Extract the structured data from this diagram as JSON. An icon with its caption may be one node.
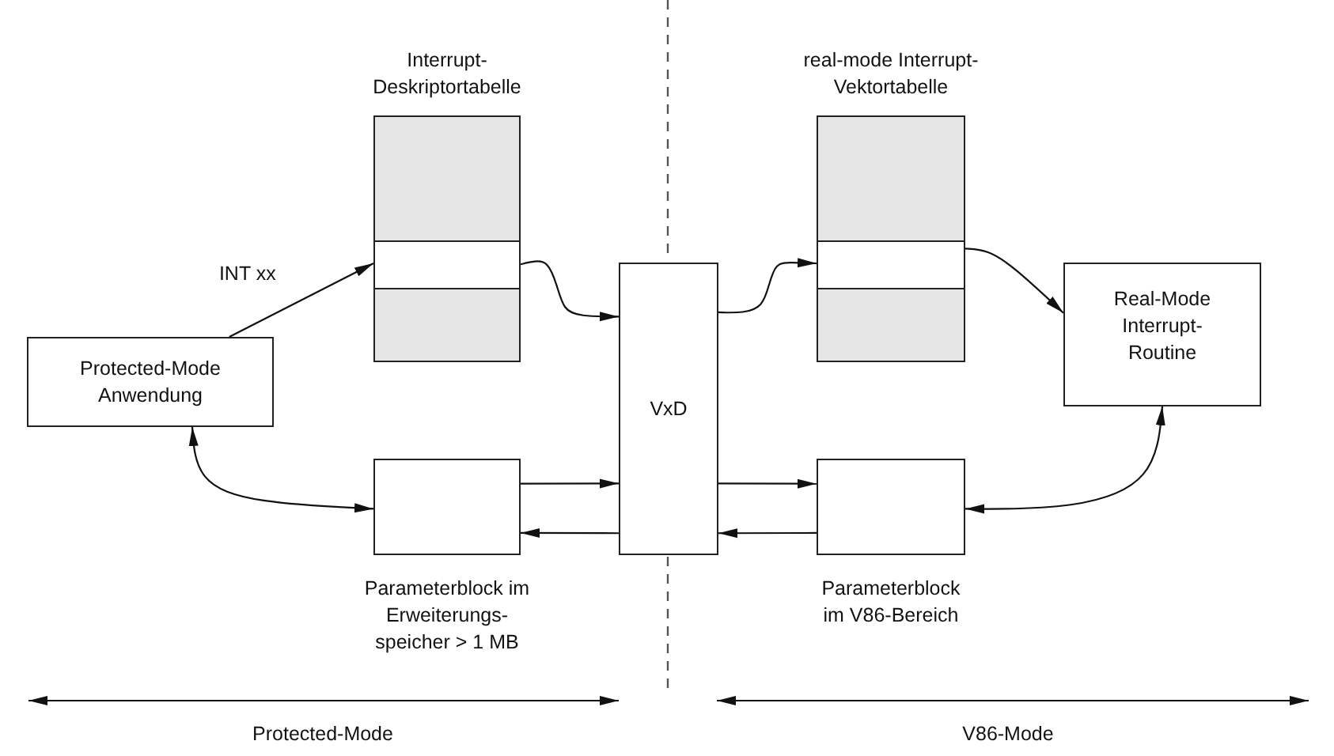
{
  "diagram": {
    "nodes": [
      {
        "text": [
          "Interrupt- Deskriptortabelle"
        ]
      },
      {
        "text": [],
        "shape": "box",
        "in": 0
      },
      {
        "text": [
          "real-mode Interrupt- Vektortabelle"
        ]
      },
      {
        "text": [],
        "shape": "box",
        "in": 2
      },
      {
        "text": [
          "Protected-Mode Anwendung"
        ]
      },
      {
        "text": [
          "VxD"
        ]
      },
      {
        "text": [
          "Real-Mode Interrupt- Routine"
        ]
      },
      {
        "text": [
          "Parameterblock im Erweiterungs- speicher > 1 MB"
        ]
      },
      {
        "text": [
          "Parameterblock im V86-Bereich"
        ]
      }
    ],
    "edges": [
      {
        "from": 4,
        "to": 1,
        "arrow": "to",
        "label": "INT xx"
      },
      {
        "from": 1,
        "to": 5,
        "arrow": "to"
      },
      {
        "from": 5,
        "to": 3,
        "arrow": "to"
      },
      {
        "from": 3,
        "to": 6,
        "arrow": "to"
      },
      {
        "from": 4,
        "to": 7,
        "arrow": "both"
      },
      {
        "from": 7,
        "to": 5,
        "arrow": "to"
      },
      {
        "from": 5,
        "to": 7,
        "arrow": "to"
      },
      {
        "from": 5,
        "to": 8,
        "arrow": "to"
      },
      {
        "from": 8,
        "to": 5,
        "arrow": "to"
      },
      {
        "from": 6,
        "to": 8,
        "arrow": "both"
      }
    ],
    "labels": [
      "Protected-Mode",
      "V86-Mode"
    ]
  }
}
